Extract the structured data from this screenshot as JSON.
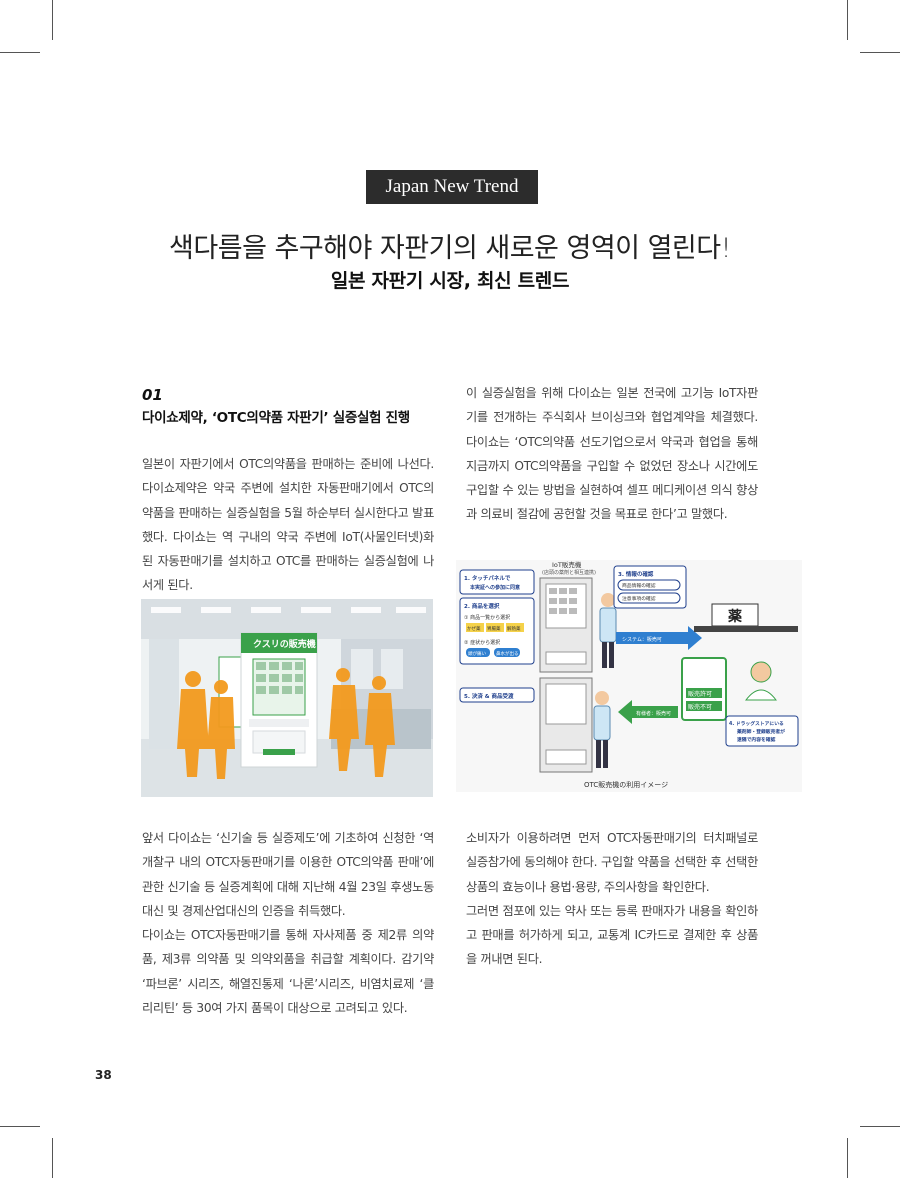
{
  "header": {
    "tag": "Japan New Trend"
  },
  "headline": {
    "title": "색다름을 추구해야 자판기의 새로운 영역이 열린다!",
    "subtitle": "일본 자판기 시장, 최신 트렌드"
  },
  "section": {
    "number": "01",
    "heading": "다이쇼제약, ‘OTC의약품 자판기’ 실증실험 진행"
  },
  "col1_top": [
    "일본이 자판기에서 OTC의약품을 판매하는 준비에 나선다. 다이쇼제약은 약국 주변에 설치한 자동판매기에서 OTC의약품을 판매하는 실증실험을 5월 하순부터 실시한다고 발표했다. 다이쇼는 역 구내의 약국 주변에 IoT(사물인터넷)화 된 자동판매기를 설치하고 OTC를 판매하는 실증실험에 나서게 된다."
  ],
  "col2_top": [
    "이 실증실험을 위해 다이쇼는 일본 전국에 고기능 IoT자판기를 전개하는 주식회사 브이싱크와 협업계약을 체결했다. 다이쇼는 ‘OTC의약품 선도기업으로서 약국과 협업을 통해 지금까지 OTC의약품을 구입할 수 없었던 장소나 시간에도 구입할 수 있는 방법을 실현하여 셀프 메디케이션 의식 향상과 의료비 절감에 공헌할 것을 목표로 한다’고 말했다."
  ],
  "col1_bottom": [
    "앞서 다이쇼는 ‘신기술 등 실증제도’에 기초하여 신청한 ‘역 개찰구 내의 OTC자동판매기를 이용한 OTC의약품 판매’에 관한 신기술 등 실증계획에 대해 지난해 4월 23일 후생노동대신 및 경제산업대신의 인증을 취득했다.",
    "다이쇼는 OTC자동판매기를 통해 자사제품 중 제2류 의약품, 제3류 의약품 및 의약외품을 취급할 계획이다. 감기약 ‘파브론’ 시리즈, 해열진통제 ‘나론’시리즈, 비염치료제 ‘클리리틴’ 등 30여 가지 품목이 대상으로 고려되고 있다."
  ],
  "col2_bottom": [
    "소비자가 이용하려면 먼저 OTC자동판매기의 터치패널로 실증참가에 동의해야 한다. 구입할 약품을 선택한 후 선택한 상품의 효능이나 용법·용량, 주의사항을 확인한다.",
    "그러면 점포에 있는 약사 또는 등록 판매자가 내용을 확인하고 판매를 허가하게 되고, 교통계 IC카드로 결제한 후 상품을 꺼내면 된다."
  ],
  "photo": {
    "machine_sign": "クスリの販売機"
  },
  "diagram": {
    "top_label": "IoT販売機",
    "top_sub": "(店頭の薬剤と相互連携)",
    "step1": "1. タッチパネルで",
    "step1b": "本実証への参加に同意",
    "step2": "2. 商品を選択",
    "step2a": "① 商品一覧から選択",
    "step2b": "② 症状から選択",
    "btn_a": "かぜ薬",
    "btn_b": "胃腸薬",
    "btn_c": "解熱薬",
    "btn_d": "頭が痛い",
    "btn_e": "鼻水が出る",
    "step3": "3. 情報の確認",
    "step3a": "商品情報の確認",
    "step3b": "注意事項の確認",
    "arrow_top": "システム：販売可",
    "arrow_bottom": "有様者：販売可",
    "store": "薬",
    "ok": "販売許可",
    "ng": "販売不可",
    "step4": "4. ドラッグストアにいる",
    "step4b": "薬剤師・登録販売者が",
    "step4c": "遠隔で内容を確認",
    "step5": "5. 決済 & 商品受渡",
    "caption": "OTC販売機の利用イメージ"
  },
  "page_number": "38",
  "colors": {
    "green": "#3aa14a",
    "tag_bg": "#2c2c2c",
    "orange": "#f39a1e",
    "blue": "#1f3f8c"
  }
}
